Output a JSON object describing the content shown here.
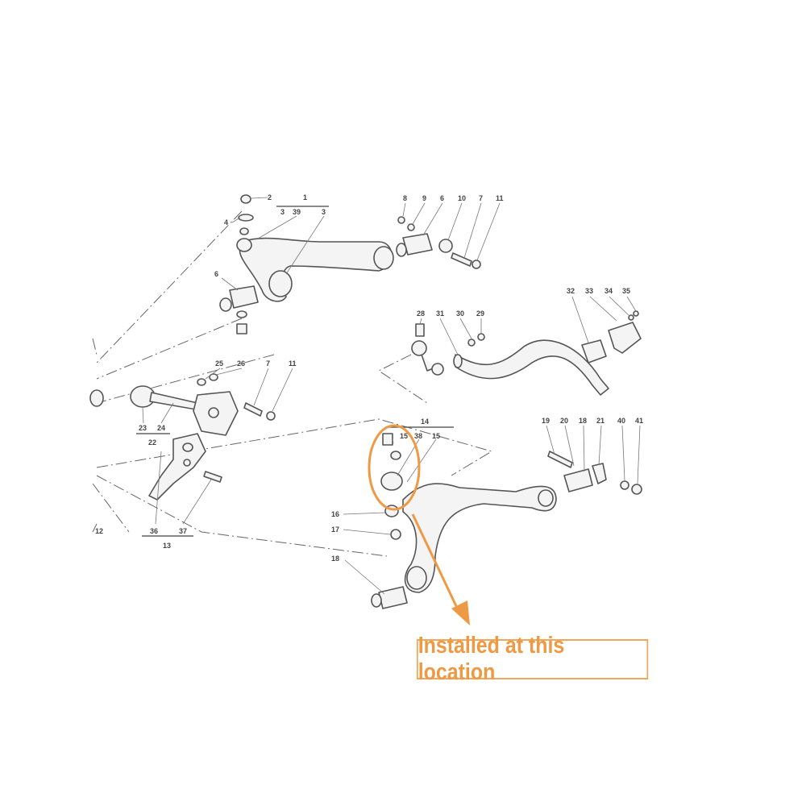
{
  "callout": {
    "text": "Installed at this location",
    "color": "#ee9a45"
  },
  "labels": {
    "l1": "1",
    "l2": "2",
    "l3a": "3",
    "l39": "39",
    "l3b": "3",
    "l4": "4",
    "l6a": "6",
    "l8": "8",
    "l9": "9",
    "l6b": "6",
    "l10": "10",
    "l7a": "7",
    "l11a": "11",
    "l32": "32",
    "l33": "33",
    "l34": "34",
    "l35": "35",
    "l28": "28",
    "l31": "31",
    "l30": "30",
    "l29": "29",
    "l25": "25",
    "l26": "26",
    "l7b": "7",
    "l11b": "11",
    "l23": "23",
    "l24": "24",
    "l22": "22",
    "l14": "14",
    "l15a": "15",
    "l38": "38",
    "l15b": "15",
    "l19": "19",
    "l20": "20",
    "l18a": "18",
    "l21": "21",
    "l40": "40",
    "l41": "41",
    "l16": "16",
    "l17": "17",
    "l18b": "18",
    "l12": "12",
    "l36": "36",
    "l37": "37",
    "l13": "13"
  }
}
